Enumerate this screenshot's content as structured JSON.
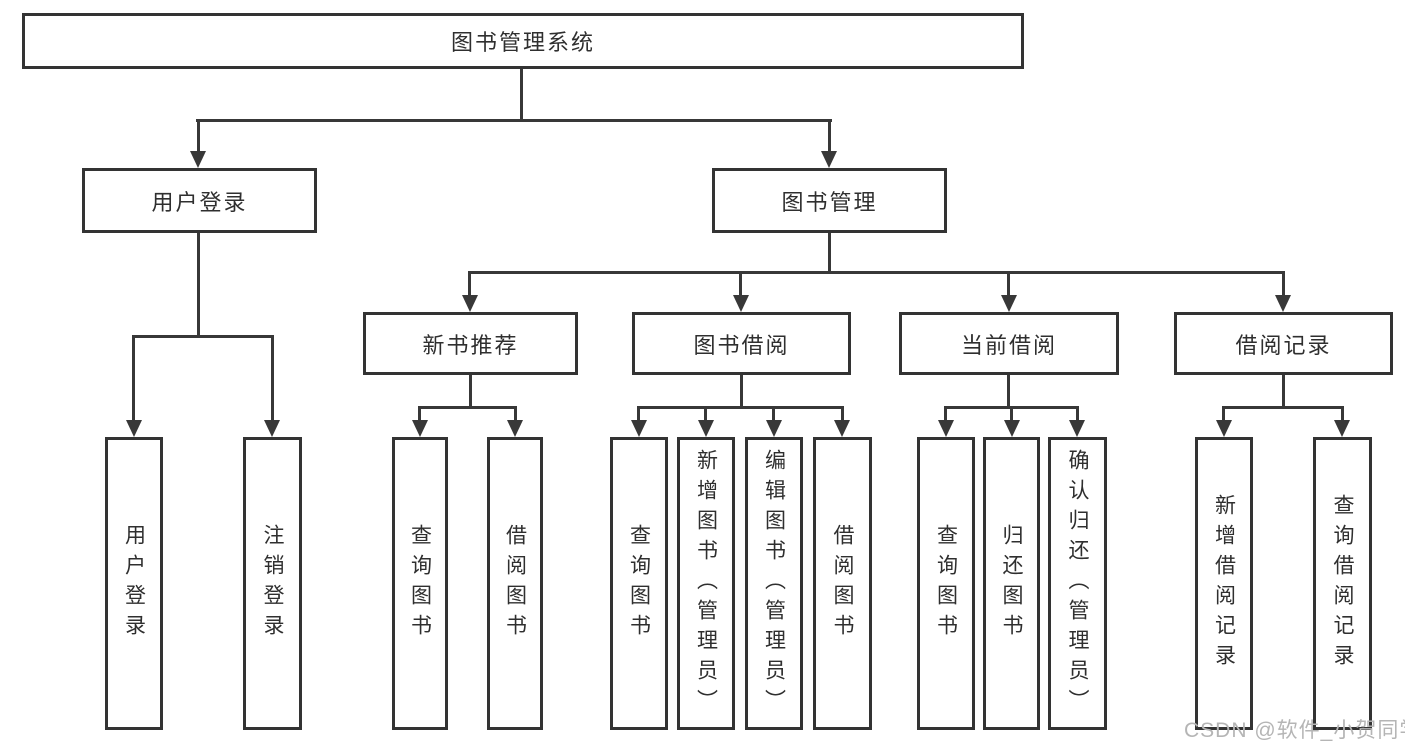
{
  "title": "图书管理系统",
  "level2": [
    {
      "label": "用户登录"
    },
    {
      "label": "图书管理"
    }
  ],
  "level3": [
    {
      "label": "新书推荐"
    },
    {
      "label": "图书借阅"
    },
    {
      "label": "当前借阅"
    },
    {
      "label": "借阅记录"
    }
  ],
  "leaves": {
    "login": [
      "用户登录",
      "注销登录"
    ],
    "new_books": [
      "查询图书",
      "借阅图书"
    ],
    "borrowing": [
      "查询图书",
      "新增图书（管理员）",
      "编辑图书（管理员）",
      "借阅图书"
    ],
    "current": [
      "查询图书",
      "归还图书",
      "确认归还（管理员）"
    ],
    "records": [
      "新增借阅记录",
      "查询借阅记录"
    ]
  },
  "watermark": "CSDN @软件_小贺同学",
  "colors": {
    "border": "#333333",
    "line": "#383838",
    "text": "#2f2f2f",
    "watermark": "#b5b5b5",
    "background": "#ffffff"
  }
}
